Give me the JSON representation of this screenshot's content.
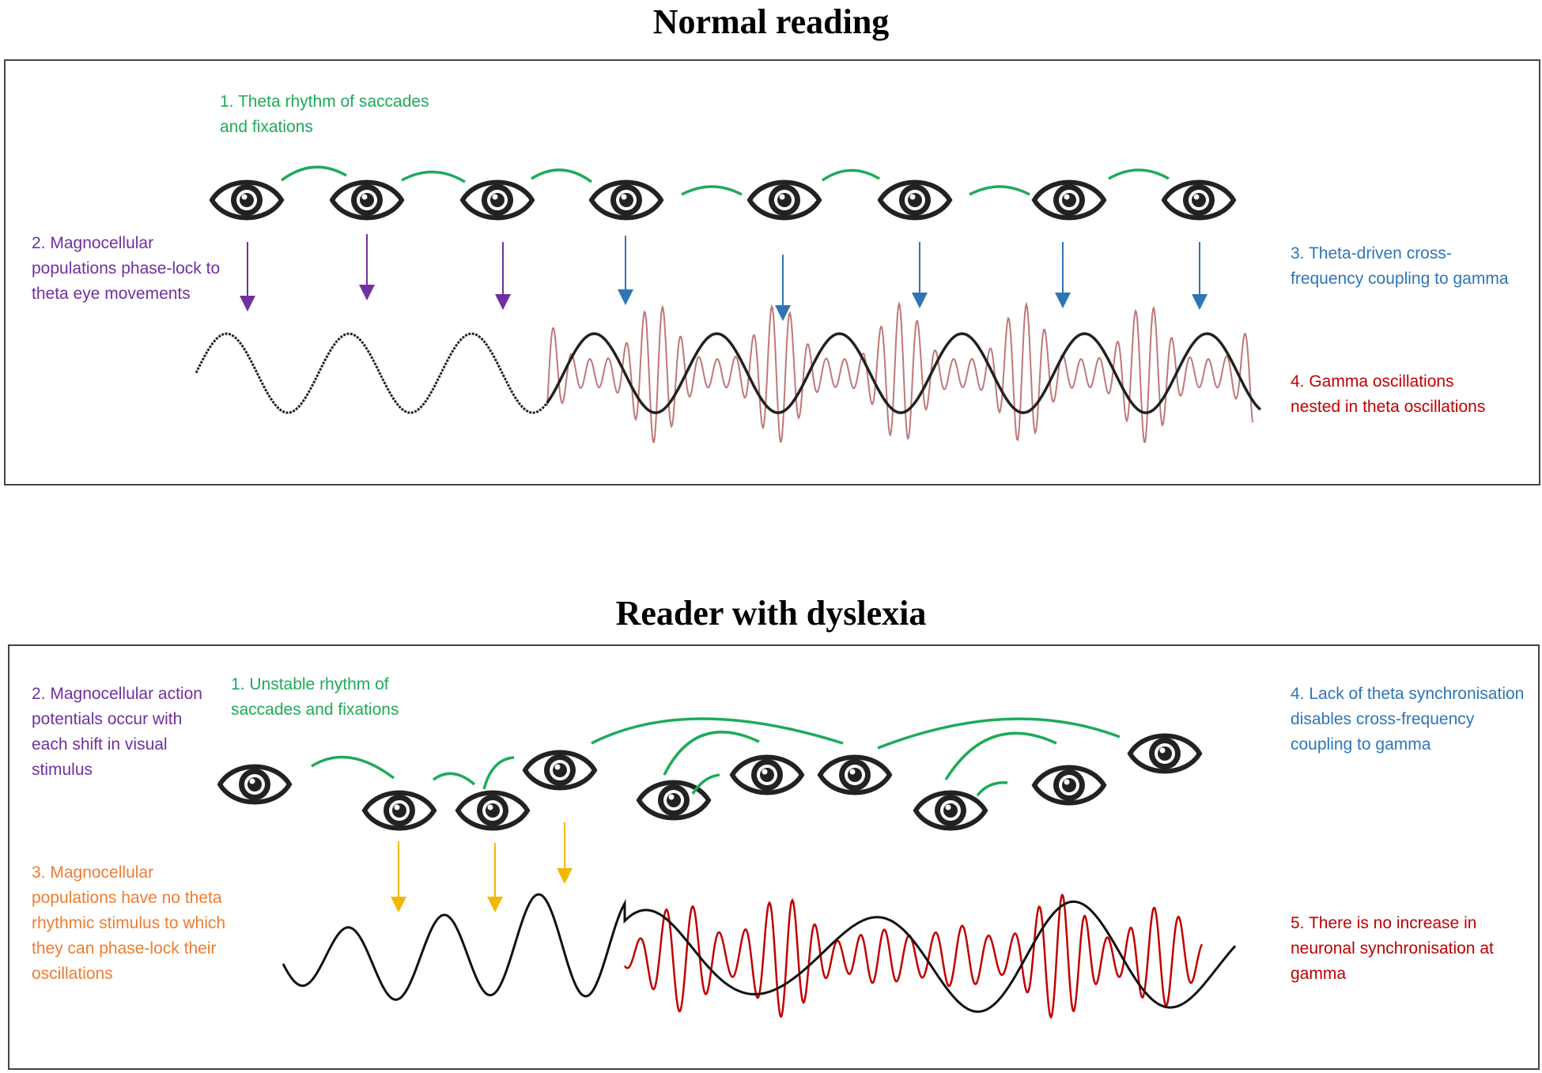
{
  "panels": [
    {
      "id": "normal",
      "title": "Normal reading",
      "labels": {
        "theta_rhythm": "1. Theta rhythm of saccades and fixations",
        "magno": "2. Magnocellular populations phase-lock to theta eye movements",
        "coupling": "3. Theta-driven cross-frequency coupling to gamma",
        "gamma": "4. Gamma oscillations nested in theta oscillations"
      }
    },
    {
      "id": "dyslexia",
      "title": "Reader with dyslexia",
      "labels": {
        "unstable": "1. Unstable rhythm of saccades and fixations",
        "magno": "2. Magnocellular action potentials occur with each shift in visual stimulus",
        "no_theta": "3. Magnocellular populations have no theta rhythmic stimulus to which they can phase-lock their oscillations",
        "lack_sync": "4. Lack of theta synchronisation disables cross-frequency coupling to gamma",
        "no_increase": "5. There is no increase in neuronal synchronisation at gamma"
      }
    }
  ],
  "colors": {
    "green": "#1faa5a",
    "purple": "#7030a0",
    "blue": "#2e75b6",
    "red": "#c00000",
    "orange": "#ed7d31",
    "yellow_arrow": "#f2b800",
    "gamma_pink": "#c07878"
  },
  "icons": [
    "eye-icon",
    "arrow-down-icon"
  ]
}
